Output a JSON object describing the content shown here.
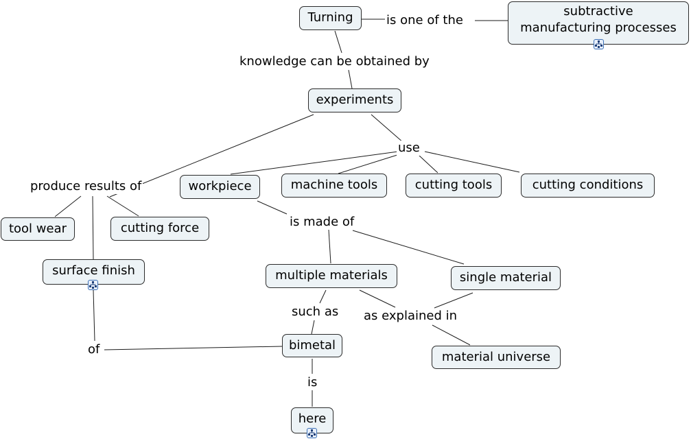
{
  "concepts": {
    "turning": "Turning",
    "subtractive_line1": "subtractive",
    "subtractive_line2": "manufacturing processes",
    "experiments": "experiments",
    "workpiece": "workpiece",
    "machine_tools": "machine tools",
    "cutting_tools": "cutting tools",
    "cutting_conditions": "cutting conditions",
    "tool_wear": "tool wear",
    "cutting_force": "cutting force",
    "surface_finish": "surface finish",
    "multiple_materials": "multiple materials",
    "single_material": "single material",
    "bimetal": "bimetal",
    "material_universe": "material universe",
    "here": "here"
  },
  "linking_phrases": {
    "is_one_of_the": "is one of the",
    "knowledge_obtained_by": "knowledge can be obtained by",
    "use": "use",
    "produce_results_of": "produce results of",
    "is_made_of": "is made of",
    "such_as": "such as",
    "as_explained_in": "as explained in",
    "of": "of",
    "is": "is"
  },
  "icons": {
    "submap": "submap-icon"
  },
  "colors": {
    "node_fill": "#edf3f6",
    "node_border": "#2a2a2a",
    "link": "#1a1a1a",
    "submap_icon": "#3b6fb6"
  }
}
